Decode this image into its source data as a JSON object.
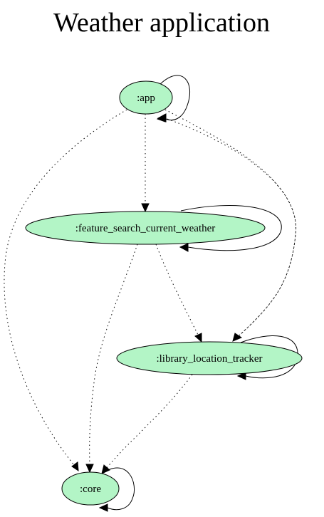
{
  "title": "Weather application",
  "colors": {
    "node_fill": "#b3f5c6",
    "stroke": "#000000",
    "background": "#ffffff"
  },
  "nodes": [
    {
      "id": "app",
      "label": ":app"
    },
    {
      "id": "feature",
      "label": ":feature_search_current_weather"
    },
    {
      "id": "library",
      "label": ":library_location_tracker"
    },
    {
      "id": "core",
      "label": ":core"
    }
  ],
  "edges": [
    {
      "from": "app",
      "to": "app",
      "style": "solid"
    },
    {
      "from": "app",
      "to": "feature",
      "style": "dotted"
    },
    {
      "from": "app",
      "to": "library",
      "style": "dotted"
    },
    {
      "from": "app",
      "to": "core",
      "style": "dotted"
    },
    {
      "from": "feature",
      "to": "feature",
      "style": "solid"
    },
    {
      "from": "feature",
      "to": "library",
      "style": "dotted"
    },
    {
      "from": "feature",
      "to": "core",
      "style": "dotted"
    },
    {
      "from": "library",
      "to": "library",
      "style": "solid"
    },
    {
      "from": "library",
      "to": "app",
      "style": "dotted"
    },
    {
      "from": "library",
      "to": "core",
      "style": "dotted"
    },
    {
      "from": "core",
      "to": "core",
      "style": "solid"
    }
  ]
}
